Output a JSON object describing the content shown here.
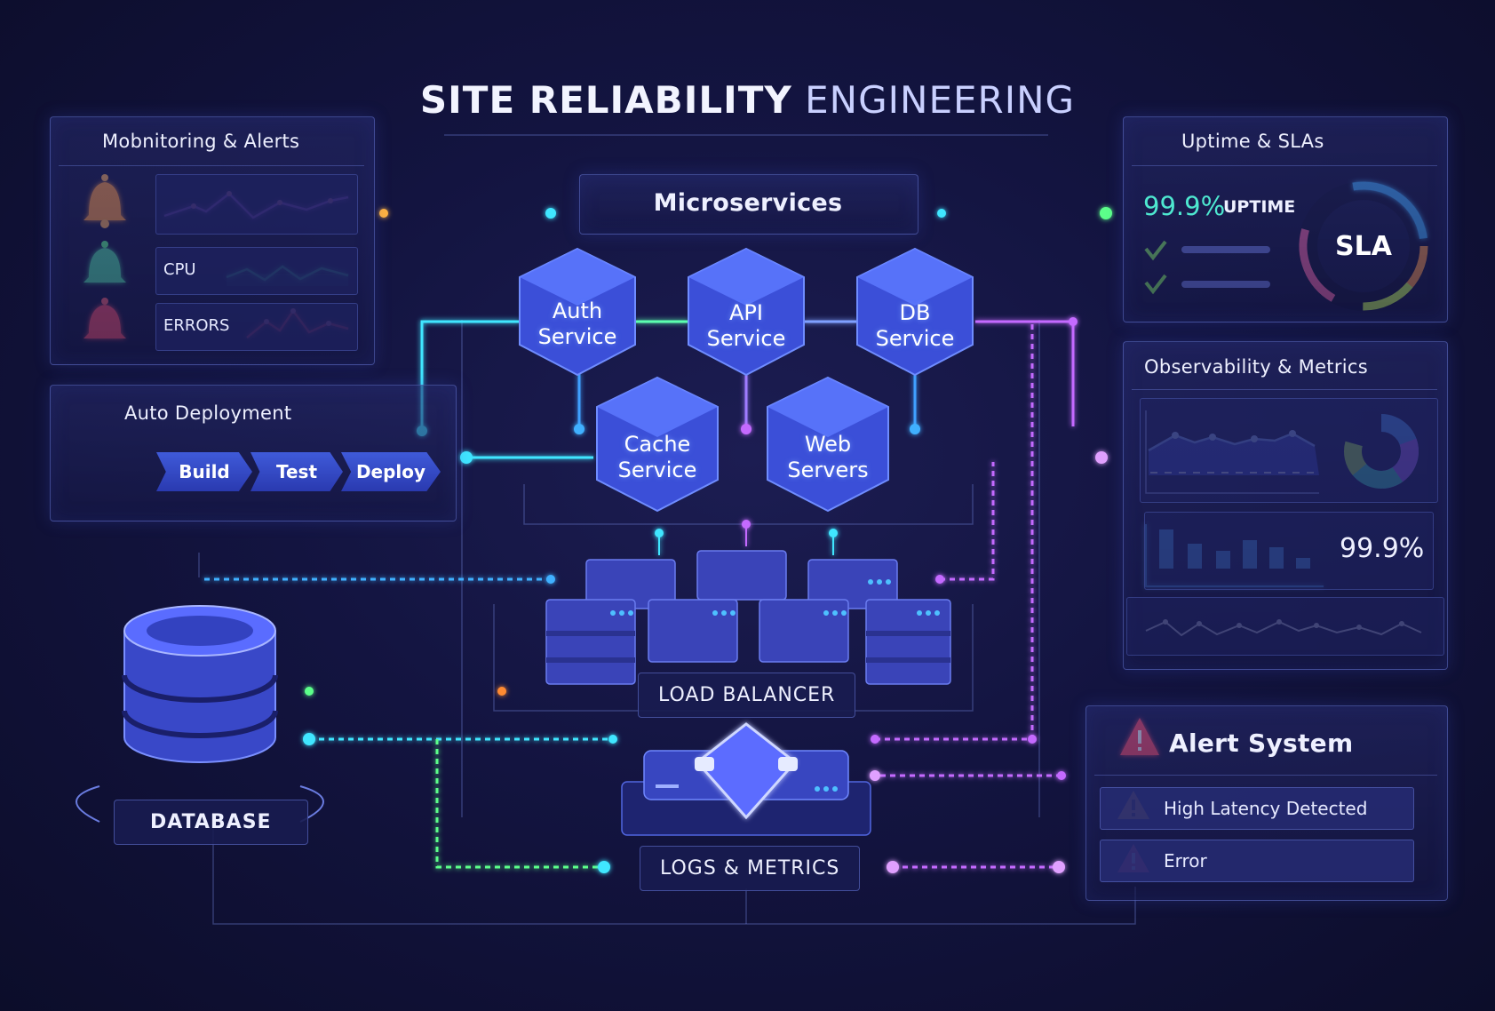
{
  "title": {
    "bold": "SITE RELIABILITY",
    "light": "ENGINEERING"
  },
  "monitoring": {
    "title": "Mobnitoring & Alerts",
    "cpu_label": "CPU",
    "errors_label": "ERRORS"
  },
  "deployment": {
    "title": "Auto Deployment",
    "steps": [
      "Build",
      "Test",
      "Deploy"
    ]
  },
  "microservices": {
    "title": "Microservices",
    "services": [
      "Auth\nService",
      "API\nService",
      "DB\nService",
      "Cache\nService",
      "Web\nServers"
    ]
  },
  "load_balancer": "LOAD BALANCER",
  "logs_metrics": "LOGS & METRICS",
  "database": "DATABASE",
  "uptime": {
    "title": "Uptime & SLAs",
    "percent": "99.9%",
    "uptime_label": "UPTIME",
    "sla": "SLA"
  },
  "observability": {
    "title": "Observability & Metrics",
    "percent": "99.9%"
  },
  "alerts": {
    "title": "Alert System",
    "items": [
      "High Latency Detected",
      "Error"
    ]
  },
  "colors": {
    "cyan": "#3fe6ff",
    "green": "#5cff8a",
    "violet": "#c46bff",
    "orange": "#ffb340",
    "red": "#ff4a5e",
    "blue": "#4f7bff"
  }
}
